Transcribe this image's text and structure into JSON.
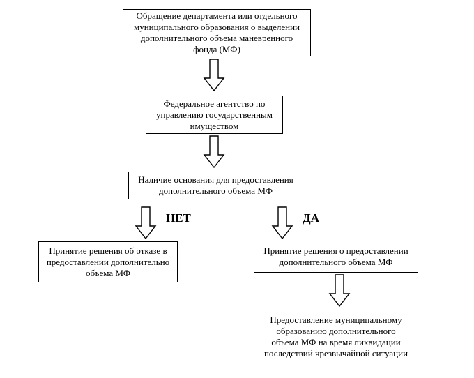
{
  "diagram": {
    "title": "Flowchart: allocation of additional maneuvering fund (MF) volume",
    "box_request": {
      "text": "Обращение департамента или отдельного\nмуниципального образования о выделении\nдополнительного объема маневренного\nфонда (МФ)"
    },
    "box_agency": {
      "text": "Федеральное агентство по\nуправлению государственным\nимуществом"
    },
    "box_decision": {
      "text": "Наличие основания для предоставления\nдополнительного объема МФ"
    },
    "box_refusal": {
      "text": "Принятие решения об отказе в\nпредоставлении дополнительно\nобъема МФ"
    },
    "box_approval": {
      "text": "Принятие решения о предоставлении\nдополнительного объема МФ"
    },
    "box_final": {
      "text": "Предоставление муниципальному\nобразованию дополнительного\nобъема МФ на время ликвидации\nпоследствий чрезвычайной ситуации"
    },
    "labels": {
      "no": "НЕТ",
      "yes": "ДА"
    },
    "colors": {
      "line": "#000000",
      "fill": "#ffffff"
    }
  }
}
